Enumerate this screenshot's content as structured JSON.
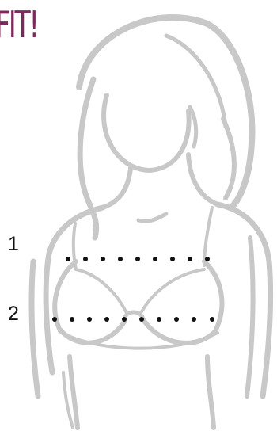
{
  "header": {
    "title": "FIT!"
  },
  "measurements": {
    "line1_label": "1",
    "line2_label": "2"
  },
  "colors": {
    "title": "#7a2a5c",
    "sketch": "#c8c8c8",
    "dots": "#111111"
  }
}
